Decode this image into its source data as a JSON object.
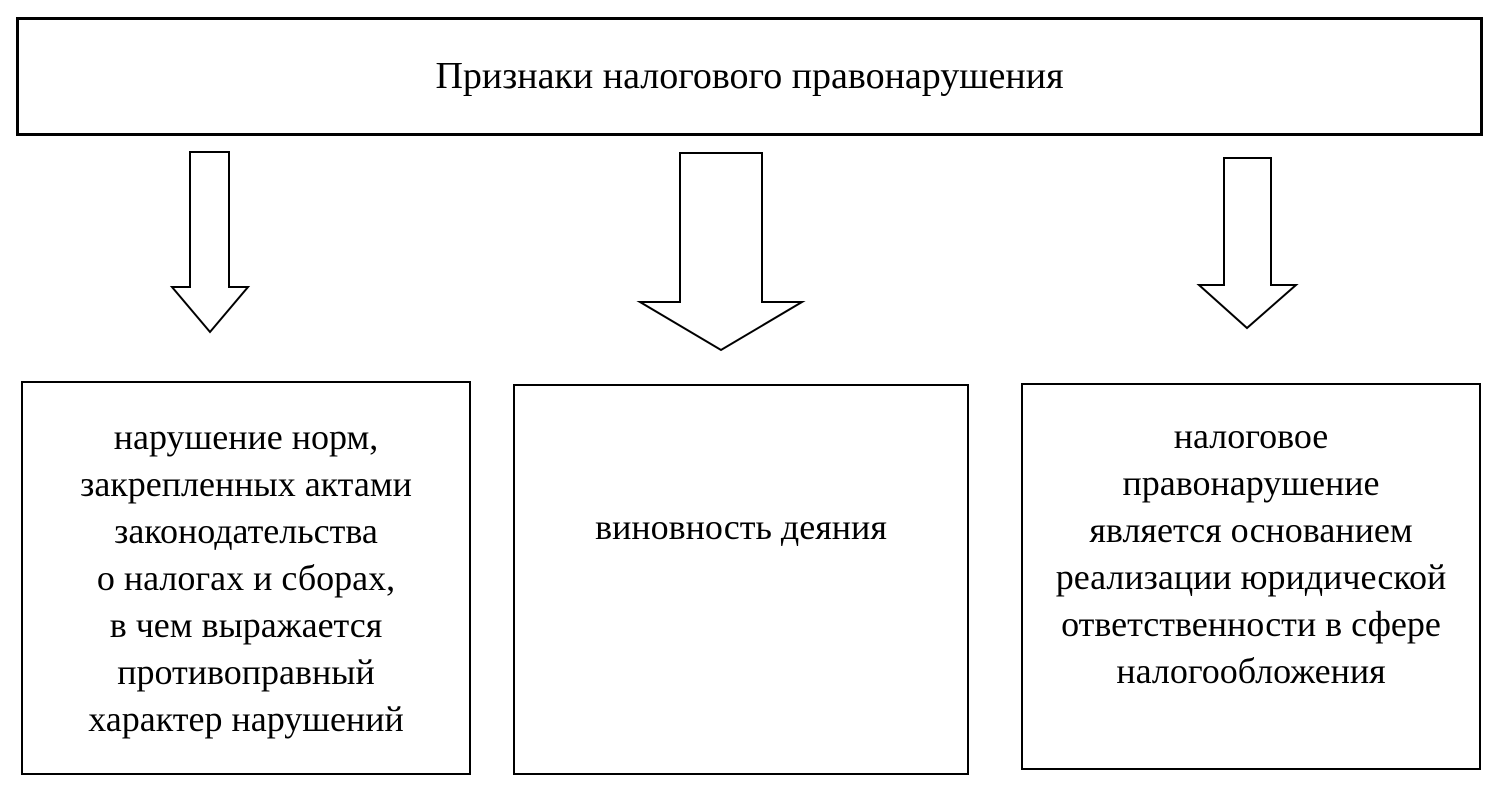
{
  "diagram": {
    "title": "Признаки налогового правонарушения",
    "boxes": [
      {
        "id": "illegality",
        "text": "нарушение норм,\nзакрепленных актами\nзаконодательства\nо налогах и сборах,\nв чем выражается\nпротивоправный\nхарактер нарушений"
      },
      {
        "id": "guilt",
        "text": "виновность деяния"
      },
      {
        "id": "liability",
        "text": "налоговое\nправонарушение\nявляется основанием\nреализации юридической\nответственности в сфере\nналогообложения"
      }
    ],
    "arrows": [
      {
        "icon": "down-arrow-icon"
      },
      {
        "icon": "down-arrow-icon"
      },
      {
        "icon": "down-arrow-icon"
      }
    ],
    "colors": {
      "line": "#000000",
      "text": "#000000",
      "background": "#ffffff"
    }
  }
}
